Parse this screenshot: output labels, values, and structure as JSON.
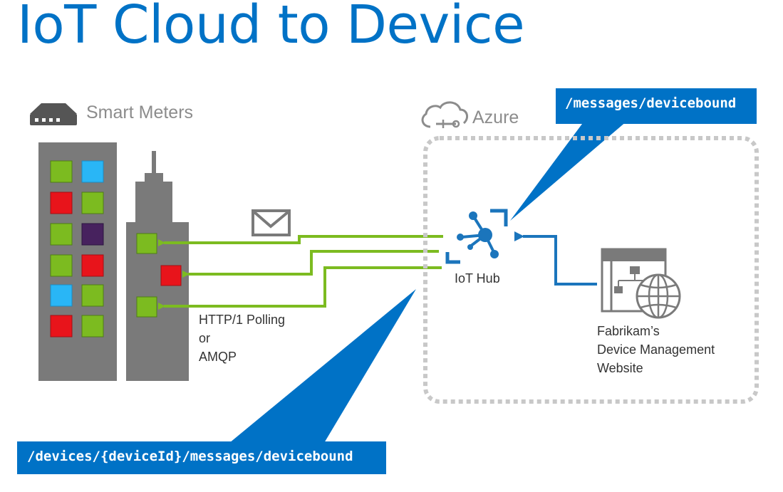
{
  "title": "IoT Cloud to Device",
  "smart_meters_label": "Smart Meters",
  "azure_label": "Azure",
  "iot_hub_label": "IoT Hub",
  "protocol_lines": [
    "HTTP/1 Polling",
    "or",
    "AMQP"
  ],
  "website_lines": [
    "Fabrikam’s",
    "Device Management",
    "Website"
  ],
  "callout_top": "/messages/devicebound",
  "callout_bottom": "/devices/{deviceId}/messages/devicebound",
  "colors": {
    "title_blue": "#0072c6",
    "callout_blue": "#0072c6",
    "green": "#7cbb20",
    "red": "#e8141b",
    "cyan": "#29b6f6",
    "purple": "#47225e",
    "building_gray": "#7a7a7a",
    "dotted_gray": "#c8c8c8",
    "arrow_blue": "#1b75bc"
  },
  "icons": [
    "router-icon",
    "cloud-icon",
    "envelope-icon",
    "iot-hub-icon",
    "website-globe-icon"
  ]
}
